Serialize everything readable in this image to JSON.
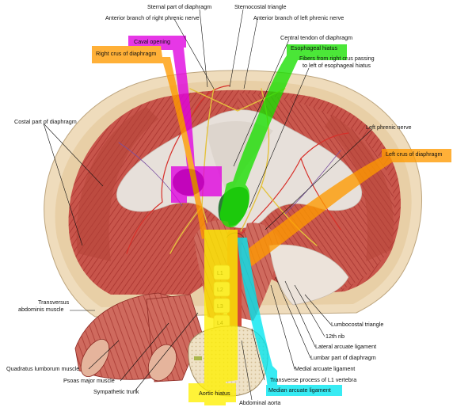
{
  "colors": {
    "skin": "#f1dfc0",
    "rim": "#e8cfa6",
    "muscle": "#c8554b",
    "muscle_dark": "#a8332e",
    "tendon": "#e9e3de",
    "bone": "#efe4cc",
    "nerve": "#e6c74a",
    "highlight_magenta": "#e000e0",
    "highlight_orange": "#ff9a00",
    "highlight_green": "#18e000",
    "highlight_yellow": "#fff000",
    "highlight_cyan": "#00e6f0"
  },
  "labels": {
    "sternal_part": "Sternal part of diaphragm",
    "sternocostal_triangle": "Sternocostal triangle",
    "ant_branch_right": "Anterior branch of right phrenic nerve",
    "ant_branch_left": "Anterior branch of left phrenic nerve",
    "caval_opening": "Caval opening",
    "right_crus": "Right crus of diaphragm",
    "central_tendon": "Central tendon of diaphragm",
    "esophageal_hiatus": "Esophageal hiatus",
    "fibers_right_crus_1": "Fibers from right crus passing",
    "fibers_right_crus_2": "to left of esophageal hiatus",
    "costal_part": "Costal part of diaphragm",
    "left_phrenic": "Left phrenic nerve",
    "left_crus": "Left crus of diaphragm",
    "transversus_1": "Transversus",
    "transversus_2": "abdominis muscle",
    "lumbocostal_triangle": "Lumbocostal triangle",
    "rib_12": "12th rib",
    "lateral_arcuate": "Lateral arcuate ligament",
    "lumbar_part": "Lumbar part of diaphragm",
    "medial_arcuate": "Medial arcuate ligament",
    "transverse_process": "Transverse process of L1 vertebra",
    "median_arcuate": "Median arcuate ligament",
    "quadratus": "Quadratus lumborum muscle",
    "psoas": "Psoas major muscle",
    "sympathetic": "Sympathetic trunk",
    "aortic_hiatus": "Aortic hiatus",
    "abdominal_aorta": "Abdominal aorta"
  },
  "vertebrae": [
    "L1",
    "L2",
    "L3",
    "L4"
  ]
}
